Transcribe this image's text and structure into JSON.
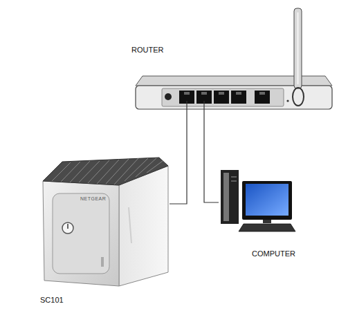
{
  "diagram": {
    "nodes": [
      {
        "text": [
          "ROUTER"
        ]
      },
      {
        "text": [
          "SC101"
        ]
      },
      {
        "text": [
          "COMPUTER"
        ]
      }
    ],
    "edges": [
      {
        "from": 1,
        "to": 0,
        "arrow": "none"
      },
      {
        "from": 2,
        "to": 0,
        "arrow": "none"
      }
    ],
    "labels": [
      "NETGEAR"
    ]
  }
}
